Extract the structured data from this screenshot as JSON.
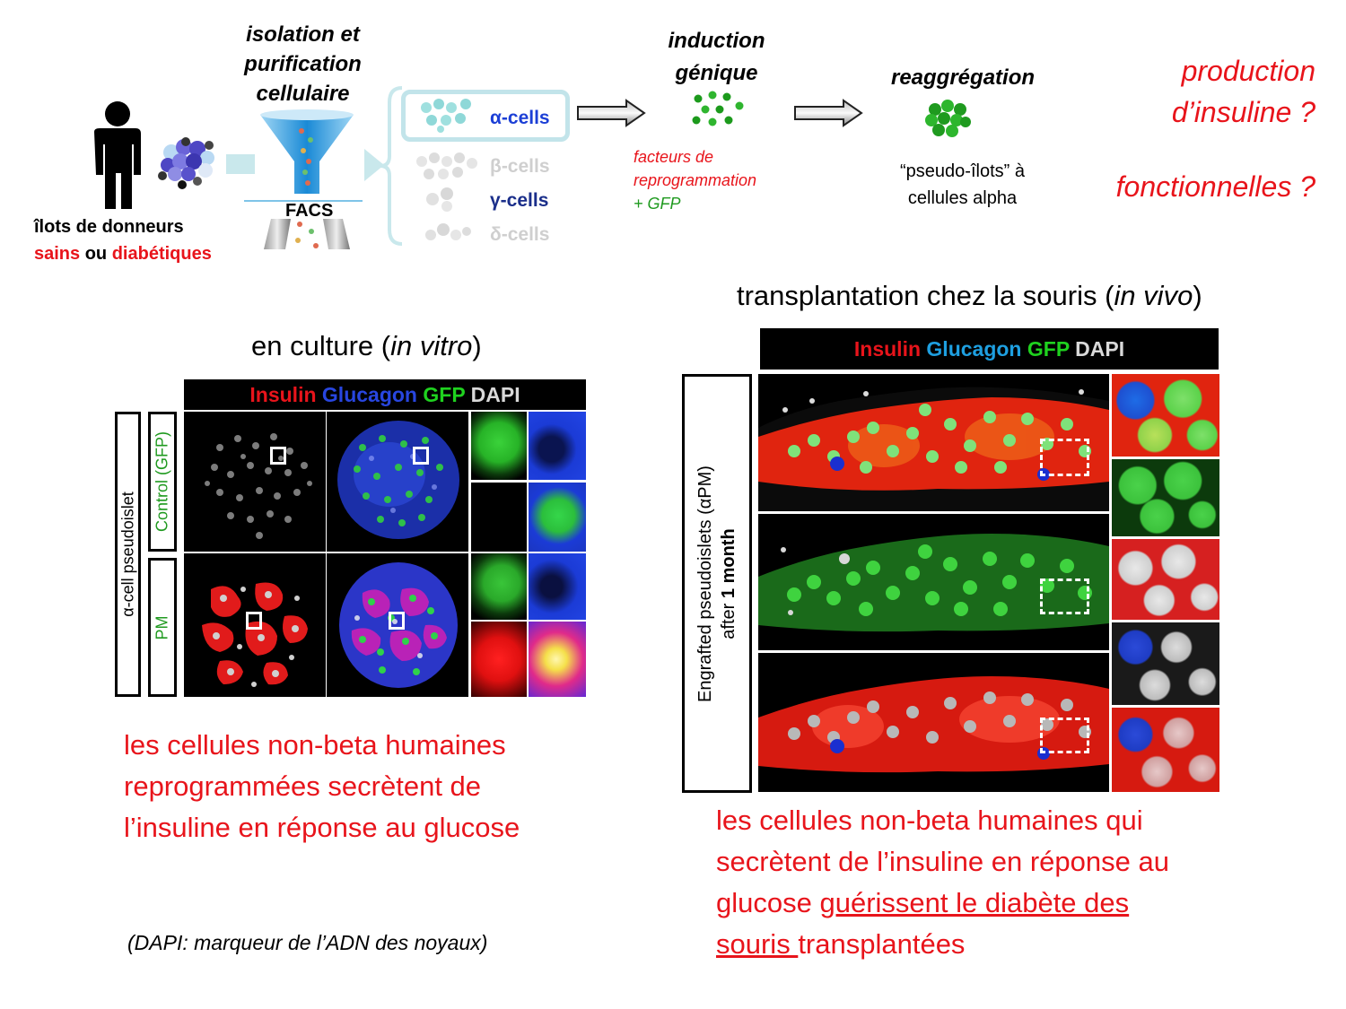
{
  "workflow": {
    "donor_label": "îlots de donneurs",
    "donor_sains": "sains",
    "donor_ou": "ou",
    "donor_diab": "diabétiques",
    "step1_title": [
      "isolation et",
      "purification",
      "cellulaire"
    ],
    "facs_label": "FACS",
    "cell_types": [
      "α-cells",
      "β-cells",
      "γ-cells",
      "δ-cells"
    ],
    "step2_title": [
      "induction",
      "génique"
    ],
    "step2_note": [
      "facteurs de",
      "reprogrammation"
    ],
    "step2_gfp": "+ GFP",
    "step3_title": "reaggrégation",
    "step3_note": [
      "“pseudo-îlots” à",
      "cellules alpha"
    ],
    "questions": [
      "production",
      "d’insuline ?",
      "fonctionnelles ?"
    ]
  },
  "in_vitro": {
    "title_pre": "en culture (",
    "title_it": "in vitro",
    "title_post": ")",
    "channels": [
      "Insulin",
      "Glucagon",
      "GFP",
      "DAPI"
    ],
    "outer_label": "α-cell pseudoislet",
    "row_labels": [
      "Control (GFP)",
      "PM"
    ],
    "conclusion": [
      "les cellules non-beta humaines",
      "reprogrammées secrètent de",
      "l’insuline en réponse au glucose"
    ],
    "footnote": "(DAPI: marqueur de l’ADN des noyaux)"
  },
  "in_vivo": {
    "title_pre": "transplantation chez la souris (",
    "title_it": "in vivo",
    "title_post": ")",
    "channels": [
      "Insulin",
      "Glucagon",
      "GFP",
      "DAPI"
    ],
    "side_label_1": "Engrafted pseudoislets (αPM)",
    "side_label_2_pre": "after ",
    "side_label_2_bold": "1 month",
    "conclusion_l1": "les cellules non-beta humaines qui",
    "conclusion_l2": "secrètent de l’insuline en réponse au",
    "conclusion_l3_pre": "glucose ",
    "conclusion_l3_u": "guérissent le diabète des",
    "conclusion_l4_u": "souris ",
    "conclusion_l4_post": "transplantées"
  },
  "colors": {
    "insulin": "#e8141b",
    "glucagon_vitro": "#2846e0",
    "glucagon_vivo": "#1e9fe0",
    "gfp": "#1fd21f",
    "dapi": "#d9d9d9",
    "conclusion": "#e8141b"
  }
}
